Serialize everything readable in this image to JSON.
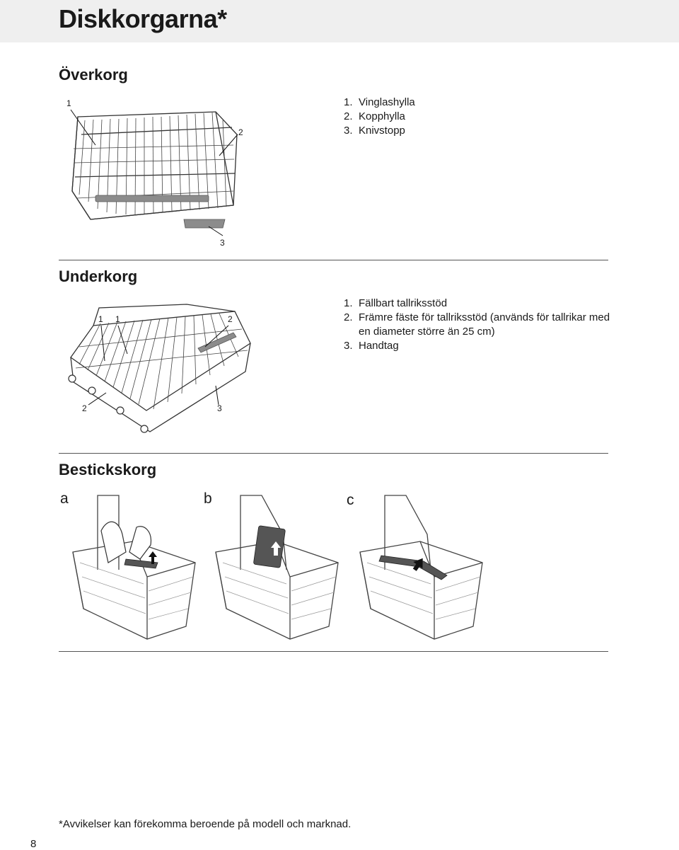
{
  "page": {
    "title": "Diskkorgarna*",
    "number": "8",
    "footnote": "*Avvikelser kan förekomma beroende på modell och marknad."
  },
  "upper_rack": {
    "heading": "Överkorg",
    "items": [
      {
        "num": "1.",
        "text": "Vinglashylla"
      },
      {
        "num": "2.",
        "text": "Kopphylla"
      },
      {
        "num": "3.",
        "text": "Knivstopp"
      }
    ],
    "callouts": [
      "1",
      "2",
      "3"
    ]
  },
  "lower_rack": {
    "heading": "Underkorg",
    "items": [
      {
        "num": "1.",
        "text": "Fällbart tallriksstöd"
      },
      {
        "num": "2.",
        "text": "Främre fäste för tallriksstöd (används för tallrikar med en diameter större än 25 cm)"
      },
      {
        "num": "3.",
        "text": "Handtag"
      }
    ],
    "callouts": [
      "1",
      "1",
      "2",
      "2",
      "3"
    ]
  },
  "cutlery_basket": {
    "heading": "Bestickskorg",
    "steps": [
      "a",
      "b",
      "c"
    ]
  },
  "colors": {
    "header_band": "#efefef",
    "rule": "#555555",
    "part_highlight": "#8c8c8c"
  }
}
